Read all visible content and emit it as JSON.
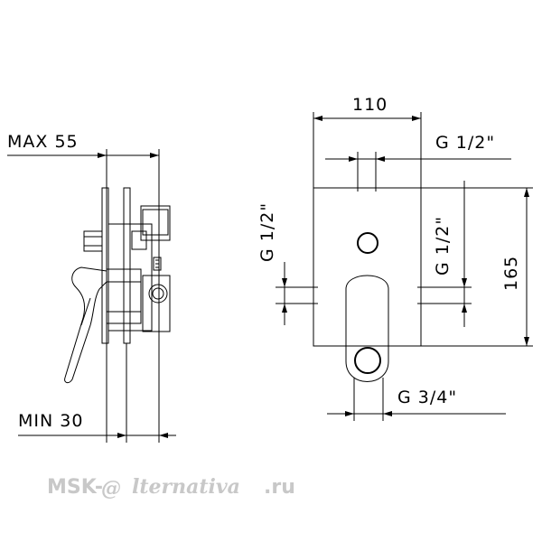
{
  "dimensions": {
    "max_depth": "MAX 55",
    "min_depth": "MIN 30",
    "width": "110",
    "height": "165",
    "top_inlet": "G 1/2\"",
    "left_inlet": "G 1/2\"",
    "right_inlet": "G 1/2\"",
    "outlet": "G 3/4\""
  },
  "watermark": {
    "prefix": "MSK-",
    "at_symbol": "@",
    "suffix": "lternativa",
    "domain": ".ru"
  }
}
